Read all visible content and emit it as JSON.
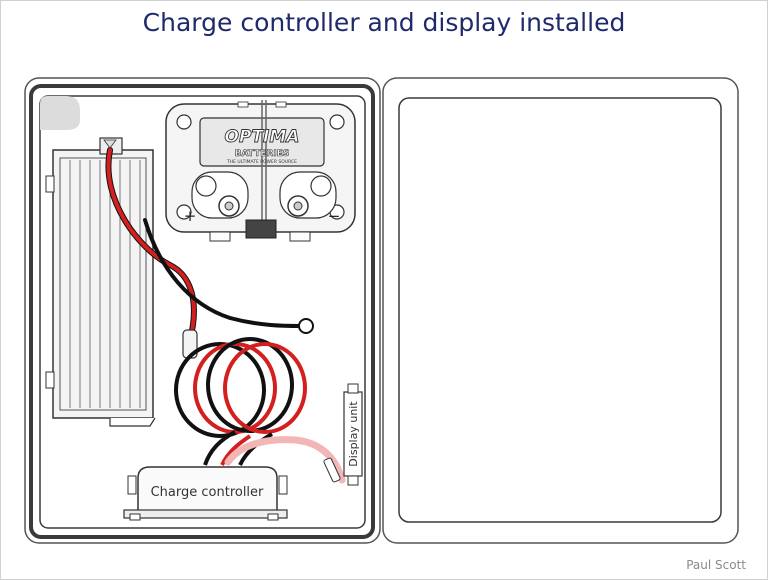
{
  "title": "Charge controller and display installed",
  "credit": "Paul Scott",
  "battery": {
    "brand": "OPTIMA",
    "subbrand": "BATTERIES",
    "tagline": "THE ULTIMATE POWER SOURCE",
    "positive_symbol": "+",
    "negative_symbol": "−"
  },
  "labels": {
    "charge_controller": "Charge controller",
    "display_unit": "Display unit"
  },
  "colors": {
    "title": "#1f2a6b",
    "red_cable": "#d41f1f",
    "black_cable": "#111111",
    "outline": "#3a3a3a"
  }
}
